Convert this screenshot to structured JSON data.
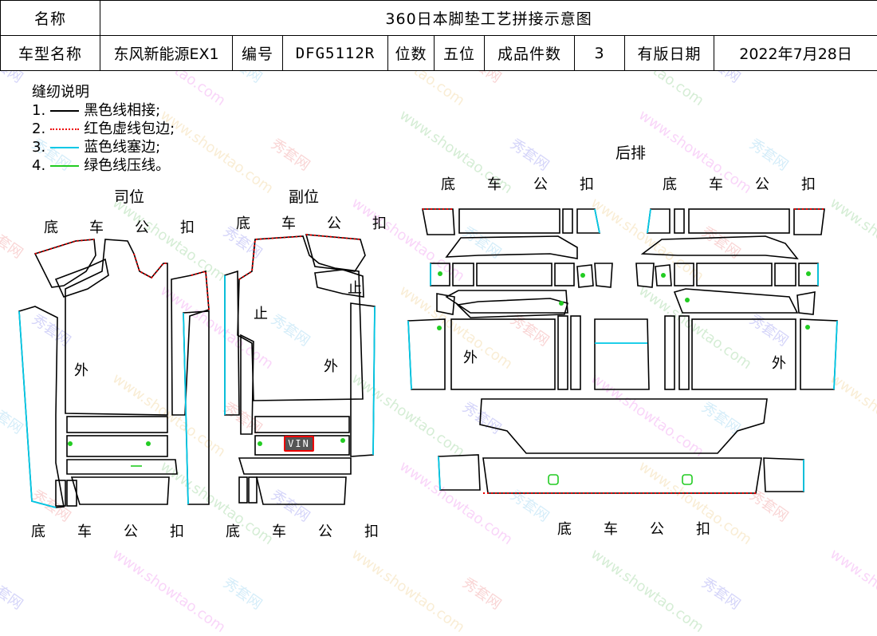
{
  "header": {
    "name_label": "名称",
    "title": "360日本脚垫工艺拼接示意图",
    "model_label": "车型名称",
    "model_value": "东风新能源EX1",
    "code_label": "编号",
    "code_value": "DFG5112R",
    "seats_label": "位数",
    "seats_value": "五位",
    "pieces_label": "成品件数",
    "pieces_value": "3",
    "date_label": "有版日期",
    "date_value": "2022年7月28日"
  },
  "legend": {
    "title": "缝纫说明",
    "items": [
      {
        "num": "1.",
        "text": "黑色线相接;",
        "color": "#000000"
      },
      {
        "num": "2.",
        "text": "红色虚线包边;",
        "color": "#ee0000"
      },
      {
        "num": "3.",
        "text": "蓝色线塞边;",
        "color": "#00c8e6"
      },
      {
        "num": "4.",
        "text": "绿色线压线。",
        "color": "#22cc22"
      }
    ]
  },
  "sections": {
    "driver": "司位",
    "passenger": "副位",
    "rear": "后排"
  },
  "edge_label": [
    "底",
    "车",
    "公",
    "扣"
  ],
  "marks": {
    "outer": "外",
    "stop": "止",
    "vin": "VIN"
  },
  "watermark": {
    "cn": "秀套网",
    "url": "www.showtao.com"
  }
}
